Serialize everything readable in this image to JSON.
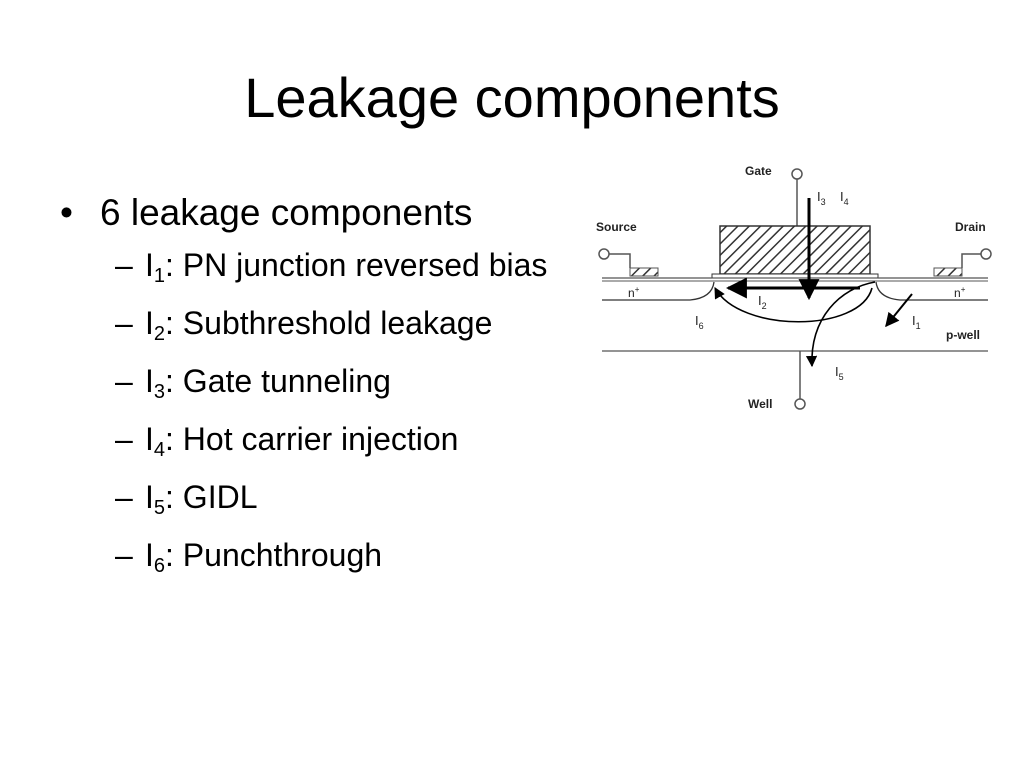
{
  "title": "Leakage components",
  "bullet": "6 leakage components",
  "marker_l1": "•",
  "marker_l2": "–",
  "items": [
    {
      "sym": "I",
      "sub": "1",
      "text": ": PN junction reversed bias"
    },
    {
      "sym": "I",
      "sub": "2",
      "text": ": Subthreshold leakage"
    },
    {
      "sym": "I",
      "sub": "3",
      "text": ": Gate tunneling"
    },
    {
      "sym": "I",
      "sub": "4",
      "text": ": Hot carrier injection"
    },
    {
      "sym": "I",
      "sub": "5",
      "text": ": GIDL"
    },
    {
      "sym": "I",
      "sub": "6",
      "text": ": Punchthrough"
    }
  ],
  "diagram": {
    "gate": "Gate",
    "source": "Source",
    "drain": "Drain",
    "well": "Well",
    "pwell": "p-well",
    "nplus": "n",
    "plus": "+",
    "cur_sym": "I",
    "i1": "1",
    "i2": "2",
    "i3": "3",
    "i4": "4",
    "i5": "5",
    "i6": "6"
  }
}
